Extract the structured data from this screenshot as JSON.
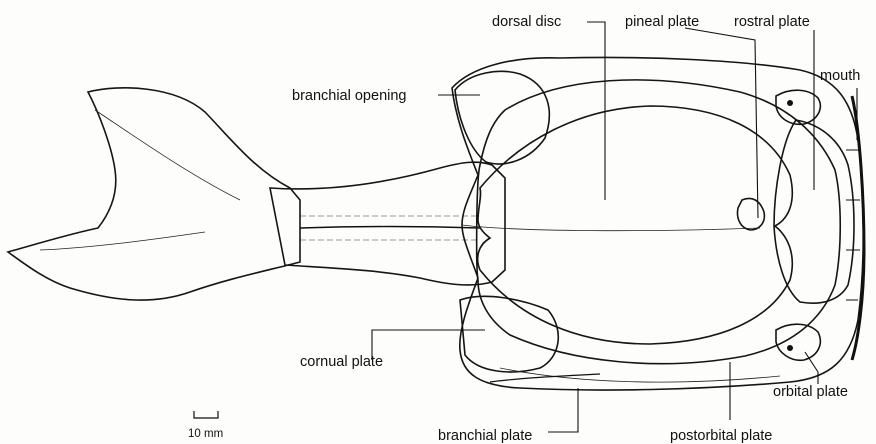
{
  "labels": {
    "dorsal_disc": "dorsal disc",
    "pineal_plate": "pineal plate",
    "rostral_plate": "rostral plate",
    "mouth": "mouth",
    "branchial_opening": "branchial opening",
    "cornual_plate": "cornual plate",
    "orbital_plate": "orbital plate",
    "branchial_plate": "branchial plate",
    "postorbital_plate": "postorbital plate"
  },
  "scale_bar": {
    "label": "10 mm"
  },
  "colors": {
    "ink": "#111111",
    "paper": "#fdfdfb"
  }
}
